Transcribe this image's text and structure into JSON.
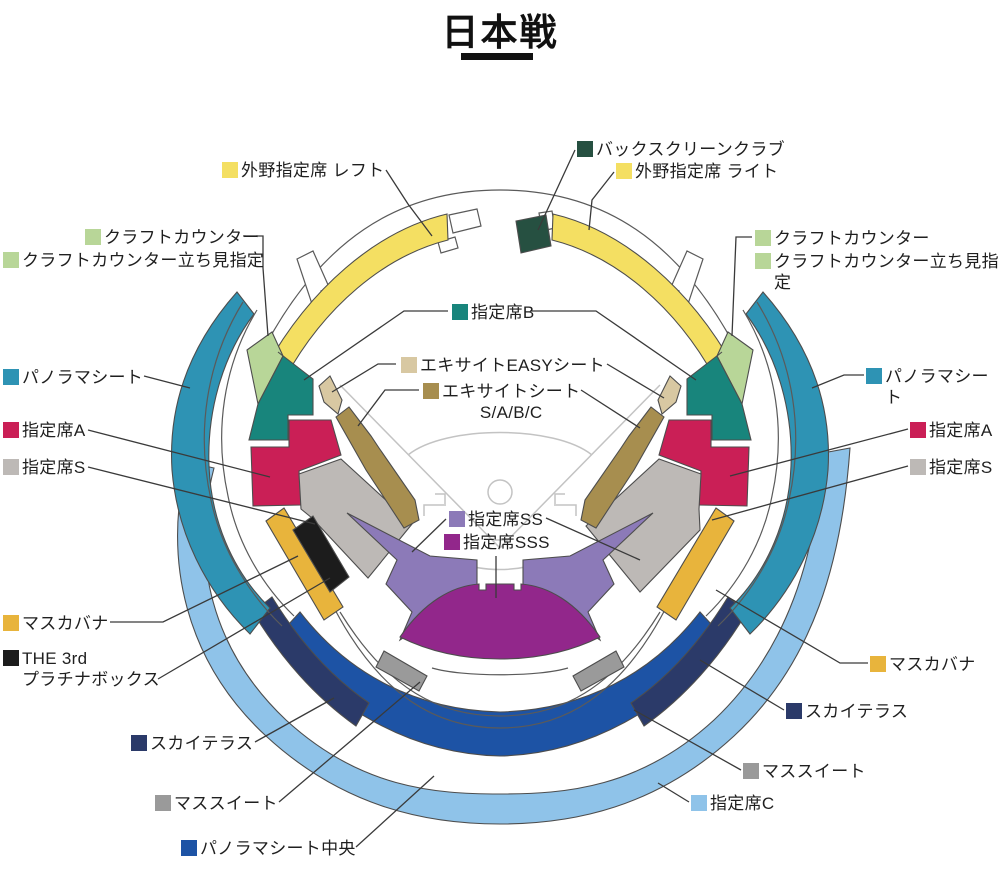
{
  "title": "日本戦",
  "legend": [
    {
      "id": "outfield-left",
      "label": "外野指定席 レフト",
      "color": "#F4DF62"
    },
    {
      "id": "backscreen-club",
      "label": "バックスクリーンクラブ",
      "color": "#265041"
    },
    {
      "id": "outfield-right",
      "label": "外野指定席 ライト",
      "color": "#F4DF62"
    },
    {
      "id": "craft-counter-left",
      "label": "クラフトカウンター",
      "color": "#B8D698"
    },
    {
      "id": "craft-counter-standing-left",
      "label": "クラフトカウンター立ち見指定",
      "color": "#B8D698"
    },
    {
      "id": "craft-counter-right",
      "label": "クラフトカウンター",
      "color": "#B8D698"
    },
    {
      "id": "craft-counter-standing-right",
      "label": "クラフトカウンター立ち見指定",
      "color": "#B8D698"
    },
    {
      "id": "seat-b",
      "label": "指定席B",
      "color": "#18857C"
    },
    {
      "id": "excite-easy",
      "label": "エキサイトEASYシート",
      "color": "#D8C8A2"
    },
    {
      "id": "excite-seat",
      "label": "エキサイトシート\nS/A/B/C",
      "color": "#A78E4F"
    },
    {
      "id": "panorama-left",
      "label": "パノラマシート",
      "color": "#2E93B4"
    },
    {
      "id": "seat-a-left",
      "label": "指定席A",
      "color": "#CA1F56"
    },
    {
      "id": "seat-s-left",
      "label": "指定席S",
      "color": "#BDB9B6"
    },
    {
      "id": "panorama-right",
      "label": "パノラマシート",
      "color": "#2E93B4"
    },
    {
      "id": "seat-a-right",
      "label": "指定席A",
      "color": "#CA1F56"
    },
    {
      "id": "seat-s-right",
      "label": "指定席S",
      "color": "#BDB9B6"
    },
    {
      "id": "seat-ss",
      "label": "指定席SS",
      "color": "#8C7AB8"
    },
    {
      "id": "seat-sss",
      "label": "指定席SSS",
      "color": "#92278B"
    },
    {
      "id": "mas-cabana-left",
      "label": "マスカバナ",
      "color": "#E8B43C"
    },
    {
      "id": "the-3rd-platinum-box",
      "label": "THE 3rd\nプラチナボックス",
      "color": "#1C1C1C"
    },
    {
      "id": "sky-terrace-left",
      "label": "スカイテラス",
      "color": "#2B3A69"
    },
    {
      "id": "mass-suite-left",
      "label": "マススイート",
      "color": "#9A9A9A"
    },
    {
      "id": "panorama-center",
      "label": "パノラマシート中央",
      "color": "#1D53A5"
    },
    {
      "id": "mas-cabana-right",
      "label": "マスカバナ",
      "color": "#E8B43C"
    },
    {
      "id": "sky-terrace-right",
      "label": "スカイテラス",
      "color": "#2B3A69"
    },
    {
      "id": "mass-suite-right",
      "label": "マススイート",
      "color": "#9A9A9A"
    },
    {
      "id": "seat-c",
      "label": "指定席C",
      "color": "#8FC3E9"
    }
  ],
  "palette": {
    "outfield": "#F4DF62",
    "backscreen": "#265041",
    "craft": "#B8D698",
    "seatB": "#18857C",
    "easy": "#D8C8A2",
    "excite": "#A78E4F",
    "panorama": "#2E93B4",
    "seatA": "#CA1F56",
    "seatS": "#BDB9B6",
    "seatSS": "#8C7AB8",
    "seatSSS": "#92278B",
    "cabana": "#E8B43C",
    "platinumBlack": "#1C1C1C",
    "skyTerrace": "#2B3A69",
    "massSuite": "#9A9A9A",
    "panoramaCenter": "#1D53A5",
    "seatC": "#8FC3E9"
  }
}
